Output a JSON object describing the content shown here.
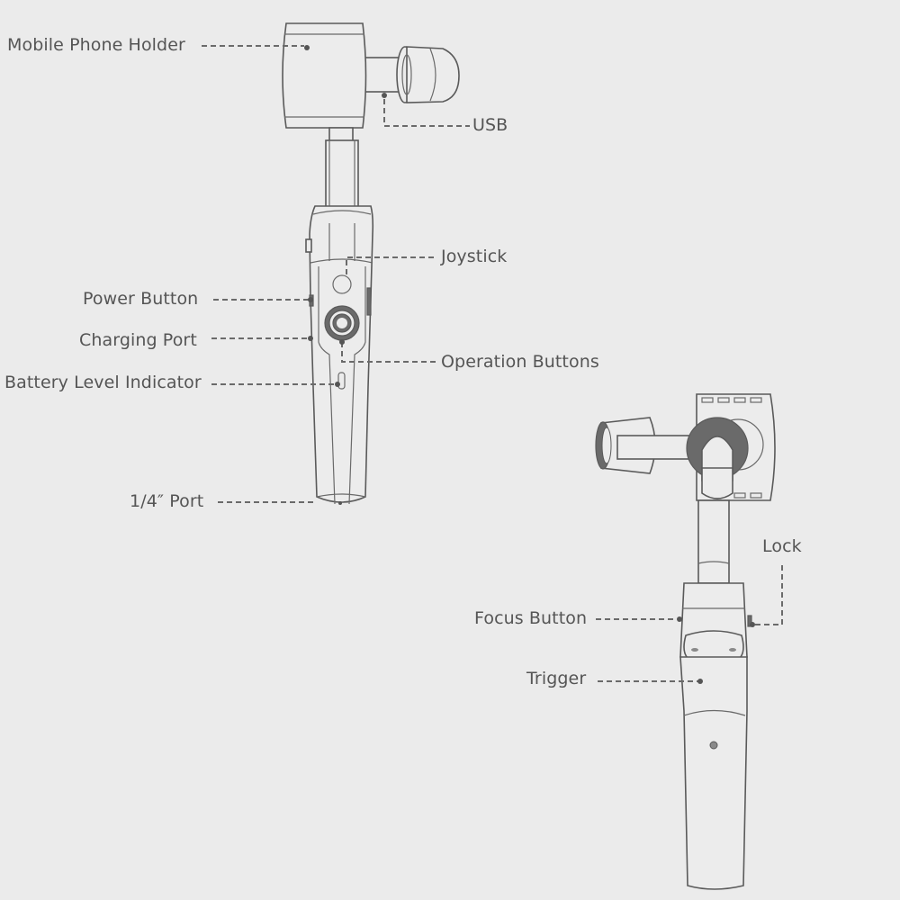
{
  "diagram": {
    "background_color": "#ebebeb",
    "line_color": "#5a5a5a",
    "text_color": "#555555",
    "front_view": {
      "labels": {
        "mobile_phone_holder": "Mobile Phone Holder",
        "usb": "USB",
        "joystick": "Joystick",
        "power_button": "Power Button",
        "charging_port": "Charging Port",
        "operation_buttons": "Operation Buttons",
        "battery_level_indicator": "Battery Level Indicator",
        "quarter_inch_port": "1/4″ Port"
      }
    },
    "rear_view": {
      "labels": {
        "lock": "Lock",
        "focus_button": "Focus Button",
        "trigger": "Trigger"
      }
    }
  }
}
